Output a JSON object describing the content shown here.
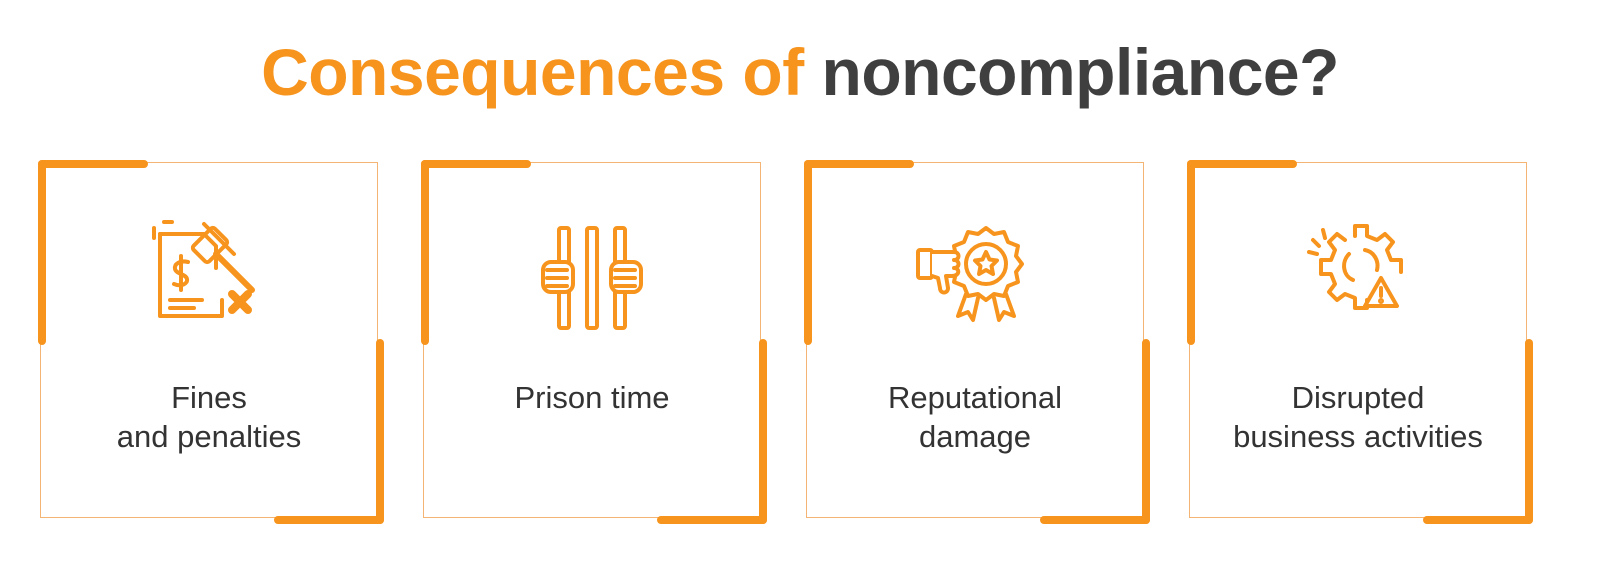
{
  "title": {
    "accent": "Consequences of",
    "rest": "noncompliance?"
  },
  "colors": {
    "accent": "#F7941D",
    "text": "#333333",
    "title_dark": "#3f3f3f",
    "outline": "#F4B474"
  },
  "cards": [
    {
      "icon": "fine-document-gavel-icon",
      "lines": [
        "Fines",
        "and penalties"
      ]
    },
    {
      "icon": "prison-bars-icon",
      "lines": [
        "Prison time"
      ]
    },
    {
      "icon": "award-thumbs-down-icon",
      "lines": [
        "Reputational",
        "damage"
      ]
    },
    {
      "icon": "broken-gear-warning-icon",
      "lines": [
        "Disrupted",
        "business activities"
      ]
    }
  ]
}
